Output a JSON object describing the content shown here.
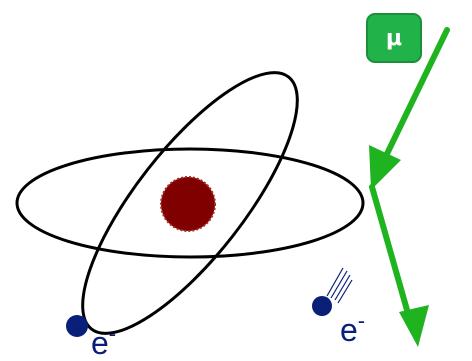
{
  "particles": {
    "muon": {
      "symbol": "μ",
      "badge_color": "#21b24a",
      "arrow_color": "#1fb31f"
    },
    "bound_electron": {
      "label": "e",
      "charge": "-",
      "color": "#0a1f78"
    },
    "ejected_electron": {
      "label": "e",
      "charge": "-",
      "color": "#0a1f78"
    },
    "nucleus": {
      "color": "#800000"
    }
  },
  "orbits": {
    "count": 2,
    "color": "#000000"
  }
}
